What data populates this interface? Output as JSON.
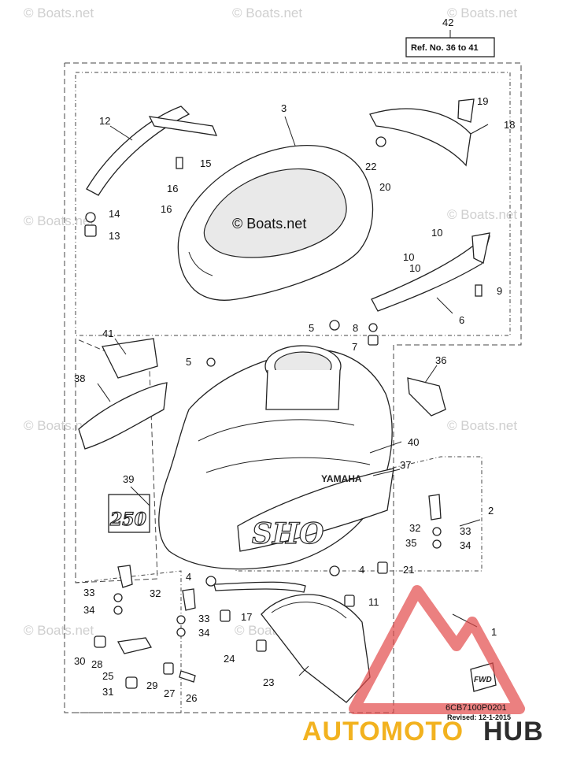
{
  "watermark": "© Boats.net",
  "center_watermark": "© Boats.net",
  "reference": {
    "number": "42",
    "label": "Ref. No. 36 to 41"
  },
  "decals": {
    "brand": "YAMAHA",
    "model": "SHO",
    "number": "250",
    "fwd": "FWD"
  },
  "diagram_code": "6CB7100P0201",
  "revised": "Revised: 12-1-2015",
  "brand_logo": {
    "part1": "AUTOMOTO",
    "part2": "HUB",
    "accent": "#f2b21f",
    "dark": "#2d2d2d",
    "triangle": "#e24a4a"
  },
  "callouts": {
    "c1": "1",
    "c2": "2",
    "c3": "3",
    "c4a": "4",
    "c4b": "4",
    "c5a": "5",
    "c5b": "5",
    "c6": "6",
    "c7": "7",
    "c8": "8",
    "c9": "9",
    "c10a": "10",
    "c10b": "10",
    "c10c": "10",
    "c11": "11",
    "c12": "12",
    "c13": "13",
    "c14": "14",
    "c15": "15",
    "c16a": "16",
    "c16b": "16",
    "c17": "17",
    "c18": "18",
    "c19": "19",
    "c20": "20",
    "c21": "21",
    "c22": "22",
    "c23": "23",
    "c24": "24",
    "c25": "25",
    "c26": "26",
    "c27": "27",
    "c28": "28",
    "c29": "29",
    "c30": "30",
    "c31": "31",
    "c32a": "32",
    "c32b": "32",
    "c33a": "33",
    "c33b": "33",
    "c33c": "33",
    "c34a": "34",
    "c34b": "34",
    "c34c": "34",
    "c35": "35",
    "c36": "36",
    "c37": "37",
    "c38": "38",
    "c39": "39",
    "c40": "40",
    "c41": "41"
  }
}
